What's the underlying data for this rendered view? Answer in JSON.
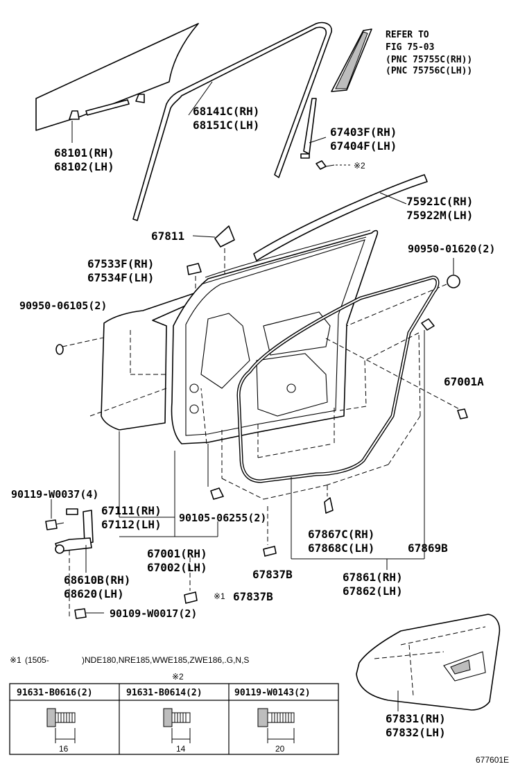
{
  "diagram": {
    "refer_note": [
      "REFER TO",
      "FIG 75-03",
      "(PNC 75755C(RH))",
      "(PNC 75756C(LH))"
    ],
    "callouts": {
      "glass": [
        "68101(RH)",
        "68102(LH)"
      ],
      "run_channel": [
        "68141C(RH)",
        "68151C(LH)"
      ],
      "garnish": [
        "67403F(RH)",
        "67404F(LH)"
      ],
      "screw_ref_2": "※2",
      "belt_molding": [
        "75921C(RH)",
        "75922M(LH)"
      ],
      "tape": "67811",
      "pad": [
        "67533F(RH)",
        "67534F(LH)"
      ],
      "nut_top": "90950-01620(2)",
      "plug_left": "90950-06105(2)",
      "weatherstrip_clip": "67001A",
      "bolt_left": "90119-W0037(4)",
      "panel_outer": [
        "67111(RH)",
        "67112(LH)"
      ],
      "bolt_mid": "90105-06255(2)",
      "door_assy": [
        "67001(RH)",
        "67002(LH)"
      ],
      "clip_weather": [
        "67867C(RH)",
        "67868C(LH)"
      ],
      "weatherstrip_b": "67869B",
      "pad_b": "67837B",
      "pad_b_ref": "※1",
      "hinge": [
        "68610B(RH)",
        "68620(LH)"
      ],
      "hinge_bolt": "90109-W0017(2)",
      "weatherstrip": [
        "67861(RH)",
        "67862(LH)"
      ],
      "service_hole_cover": [
        "67831(RH)",
        "67832(LH)"
      ],
      "figure_id": "677601E"
    },
    "footnote": {
      "marker": "※1",
      "date_code": "(1505-",
      "models": ")NDE180,NRE185,WWE185,ZWE186,.G,N,S"
    },
    "fastener_table": {
      "marker": "※2",
      "columns": [
        {
          "part": "91631-B0616(2)",
          "length": "16"
        },
        {
          "part": "91631-B0614(2)",
          "length": "14"
        },
        {
          "part": "90119-W0143(2)",
          "length": "20"
        }
      ]
    }
  }
}
